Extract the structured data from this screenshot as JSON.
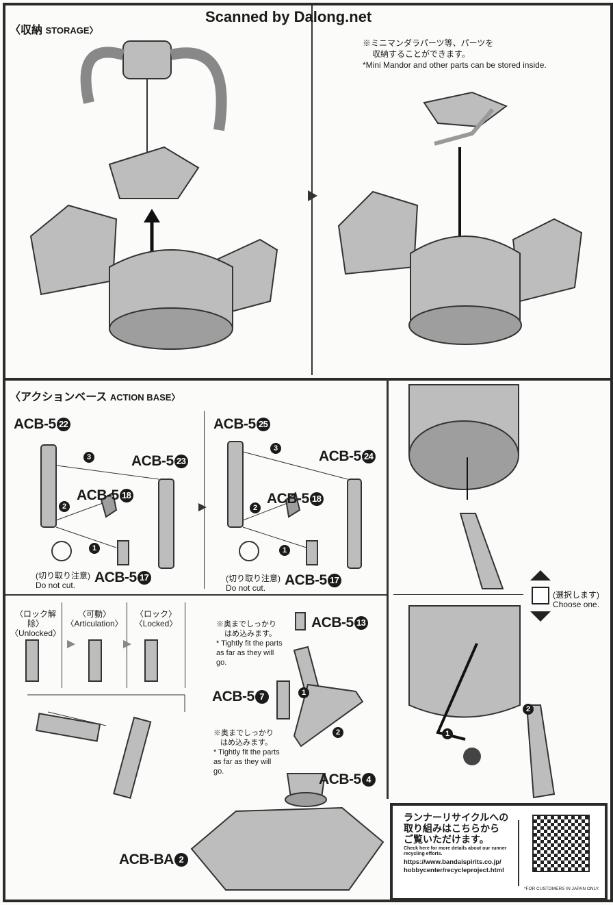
{
  "watermark": "Scanned by Dalong.net",
  "storage": {
    "title_jp": "〈収納",
    "title_en": "STORAGE〉",
    "note_jp1": "※ミニマンダラパーツ等、パーツを",
    "note_jp2": "収納することができます。",
    "note_en": "*Mini Mandor and other parts can be stored inside."
  },
  "action_base": {
    "title_jp": "〈アクションベース",
    "title_en": "ACTION BASE〉",
    "left": {
      "top_label": "ACB-5",
      "top_num": "22",
      "right_label": "ACB-5",
      "right_num": "23",
      "mid_label": "ACB-5",
      "mid_num": "18",
      "bottom_label": "ACB-5",
      "bottom_num": "17",
      "caution_jp": "(切り取り注意)",
      "caution_en": "Do not cut."
    },
    "right": {
      "top_label": "ACB-5",
      "top_num": "25",
      "right_label": "ACB-5",
      "right_num": "24",
      "mid_label": "ACB-5",
      "mid_num": "18",
      "bottom_label": "ACB-5",
      "bottom_num": "17",
      "caution_jp": "(切り取り注意)",
      "caution_en": "Do not cut."
    },
    "steps": [
      "1",
      "2",
      "3"
    ],
    "lock_states": [
      {
        "jp": "〈ロック解除〉",
        "en": "〈Unlocked〉"
      },
      {
        "jp": "〈可動〉",
        "en": "〈Articulation〉"
      },
      {
        "jp": "〈ロック〉",
        "en": "〈Locked〉"
      }
    ],
    "assembly": {
      "note1_jp1": "※奥までしっかり",
      "note1_jp2": "はめ込みます。",
      "note1_en": "* Tightly fit the parts as far as they will go.",
      "note2_jp1": "※奥までしっかり",
      "note2_jp2": "はめ込みます。",
      "note2_en": "* Tightly fit the parts as far as they will go.",
      "p13": "ACB-5",
      "p13n": "13",
      "p7": "ACB-5",
      "p7n": "7",
      "p4": "ACB-5",
      "p4n": "4",
      "base": "ACB-BA",
      "basen": "2"
    },
    "choose_jp": "(選択します)",
    "choose_en": "Choose one."
  },
  "recycle": {
    "jp1": "ランナーリサイクルへの",
    "jp2": "取り組みはこちらから",
    "jp3": "ご覧いただけます。",
    "en": "Check here for more details about our runner recycling efforts.",
    "url1": "https://www.bandaispirits.co.jp/",
    "url2": "hobbycenter/recycleproject.html",
    "japan_only": "*FOR CUSTOMERS IN JAPAN ONLY."
  }
}
